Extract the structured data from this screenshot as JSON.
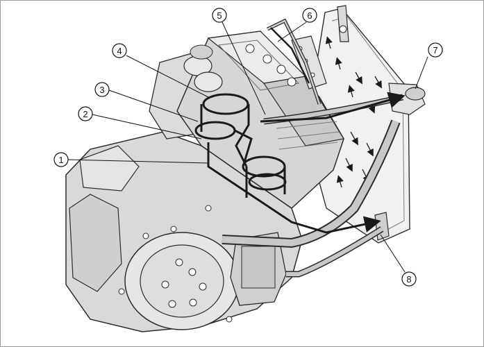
{
  "colors": {
    "engine_fill": "#d9d9d9",
    "engine_shade": "#bdbdbd",
    "engine_light": "#ececec",
    "outline": "#2b2b2b",
    "radiator_fill": "#f1f1f1",
    "hose_fill": "#c8c8c8",
    "flow_path": "#1a1a1a"
  },
  "callouts": [
    {
      "label": "1"
    },
    {
      "label": "2"
    },
    {
      "label": "3"
    },
    {
      "label": "4"
    },
    {
      "label": "5"
    },
    {
      "label": "6"
    },
    {
      "label": "7"
    },
    {
      "label": "8"
    }
  ]
}
